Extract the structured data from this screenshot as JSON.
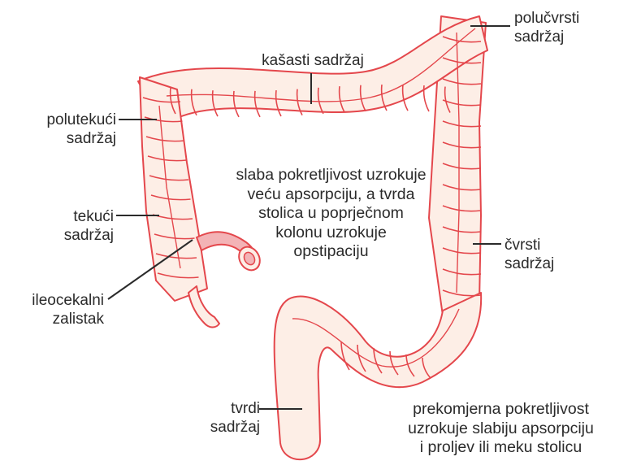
{
  "labels": {
    "semi_solid": [
      "polučvrsti",
      "sadržaj"
    ],
    "mushy": [
      "kašasti sadržaj"
    ],
    "semi_liquid": [
      "polutekući",
      "sadržaj"
    ],
    "liquid": [
      "tekući",
      "sadržaj"
    ],
    "ileocecal_valve": [
      "ileocekalni",
      "zalistak"
    ],
    "solid": [
      "čvrsti",
      "sadržaj"
    ],
    "hard": [
      "tvrdi",
      "sadržaj"
    ]
  },
  "captions": {
    "slow_motility": [
      "slaba pokretljivost uzrokuje",
      "veću apsorpciju, a tvrda",
      "stolica u poprječnom",
      "kolonu uzrokuje",
      "opstipaciju"
    ],
    "fast_motility": [
      "prekomjerna pokretljivost",
      "uzrokuje slabiju apsorpciju",
      "i proljev ili meku stolicu"
    ]
  },
  "colors": {
    "colon_fill": "#fdeee6",
    "colon_stroke": "#e4474c",
    "ileum_fill": "#f3b3b6",
    "leader": "#2b2b2b"
  }
}
